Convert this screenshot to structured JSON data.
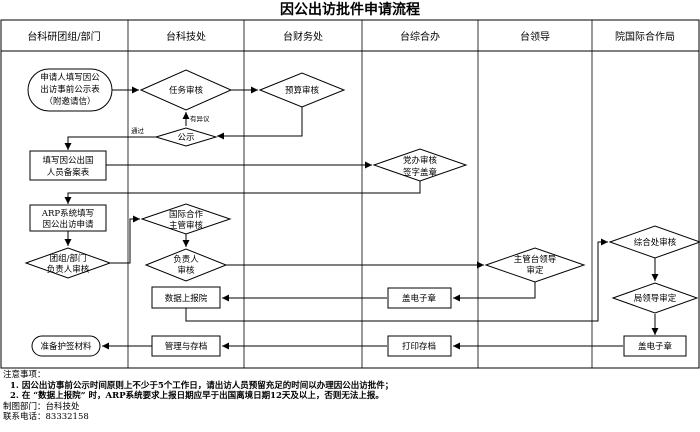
{
  "title": "因公出访批件申请流程",
  "lanes": [
    "台科研团组/部门",
    "台科技处",
    "台财务处",
    "台综合办",
    "台领导",
    "院国际合作局"
  ],
  "nodes": {
    "start": [
      "申请人填写因公",
      "出访事前公示表",
      "（附邀请信）"
    ],
    "task_review": "任务审核",
    "budget_review": "预算审核",
    "publicize": "公示",
    "objection": "有异议",
    "pass": "通过",
    "fill_record": [
      "填写因公出国",
      "人员备案表"
    ],
    "party_review": [
      "党办审核",
      "签字盖章"
    ],
    "arp_fill": [
      "ARP系统填写",
      "因公出访申请"
    ],
    "intl_coop_review": [
      "国际合作",
      "主管审核"
    ],
    "group_head_review": [
      "团组/部门",
      "负责人审核"
    ],
    "person_in_charge": [
      "负责人",
      "审核"
    ],
    "leader_review": [
      "主管台领导",
      "审定"
    ],
    "intl_office_review": "综合处审核",
    "bureau_review": "局领导审定",
    "data_report": "数据上报院",
    "stamp_1": "盖电子章",
    "stamp_2": "盖电子章",
    "print_archive": "打印存档",
    "manage_store": "管理与存档",
    "passport_visa": "准备护签材料"
  },
  "notes": {
    "heading": "注意事项：",
    "item1": "1. 因公出访事前公示时间原则上不少于5个工作日，请出访人员预留充足的时间以办理因公出访批件；",
    "item2": "2. 在 “数据上报院” 时，ARP系统要求上报日期应早于出国离境日期12天及以上，否则无法上报。",
    "department": "制图部门：台科技处",
    "phone": "联系电话：83332158"
  }
}
